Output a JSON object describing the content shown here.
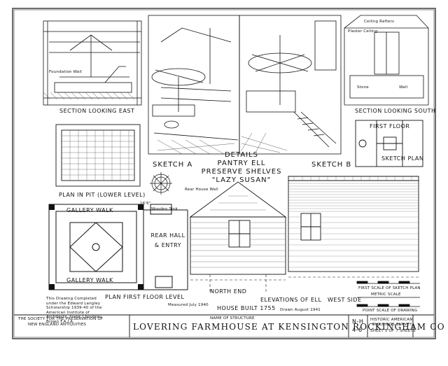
{
  "labels": {
    "section_east": "SECTION LOOKING EAST",
    "section_south": "SECTION LOOKING SOUTH",
    "plan_in_pit": "PLAN IN PIT (LOWER LEVEL)",
    "plan_first_floor": "PLAN FIRST FLOOR LEVEL",
    "sketch_a": "SKETCH A",
    "sketch_b": "SKETCH B",
    "sketch_plan": "SKETCH PLAN",
    "first_floor": "FIRST FLOOR",
    "details_1": "DETAILS",
    "details_2": "PANTRY ELL",
    "details_3": "PRESERVE SHELVES",
    "details_4": "\"LAZY SUSAN\"",
    "gallery_walk_top": "GALLERY WALK",
    "gallery_walk_bottom": "GALLERY WALK",
    "rear_hall": "REAR HALL & ENTRY",
    "north_end": "NORTH END",
    "elevations": "ELEVATIONS OF ELL",
    "west_side": "WEST SIDE",
    "house_built": "HOUSE BUILT 1755",
    "measured": "Measured July 1940",
    "drawn": "Drawn August 1941",
    "first_scale": "FIRST SCALE OF SKETCH PLAN",
    "metric_scale": "METRIC SCALE",
    "point_scale": "POINT SCALE OF DRAWING",
    "ceiling_rafters": "Ceiling Rafters",
    "plaster_ceiling": "Plaster Ceiling",
    "foundation_wall": "Foundation Wall",
    "stone": "Stone",
    "wall": "Wall",
    "wooden_sink": "Wooden Sink",
    "rear_wall": "Rear House Wall",
    "dimension": "16'6\""
  },
  "title_block": {
    "society_1": "THE SOCIETY FOR THE PRESERVATION OF",
    "society_2": "NEW ENGLAND ANTIQUITIES",
    "name_label": "NAME OF STRUCTURE",
    "title": "LOVERING FARMHOUSE AT KENSINGTON ROCKINGHAM CO N H",
    "survey_no": "N-H",
    "survey_num": "4-6",
    "habs_1": "HISTORIC AMERICAN",
    "habs_2": "BUILDINGS SURVEY",
    "sheet": "SHEET 5 OF 7 SHEETS",
    "note": "This Drawing Completed under the Edward Langley Scholarship 1939-40 of the American Institute of Architects. Frank Chouteau Brown F.A.I.A."
  }
}
